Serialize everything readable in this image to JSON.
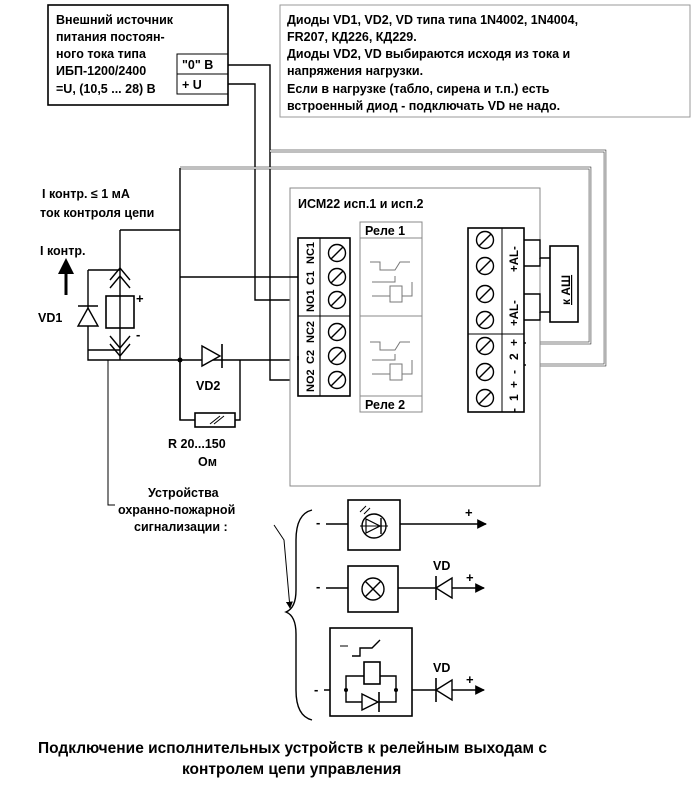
{
  "source": {
    "lines": [
      "Внешний источник",
      "питания постоян-",
      "ного тока типа",
      "ИБП-1200/2400",
      "=U, (10,5 ... 28) В"
    ],
    "terminal_zero": "\"0\" В",
    "terminal_plus": "+ U"
  },
  "note": {
    "lines": [
      "Диоды VD1, VD2, VD типа типа 1N4002, 1N4004,",
      "FR207,  КД226, КД229.",
      "Диоды VD2, VD выбираются исходя из тока и",
      "напряжения нагрузки.",
      "Если в нагрузке (табло, сирена и т.п.) есть",
      "встроенный диод - подключать VD не надо."
    ]
  },
  "control": {
    "current_line1": "I контр. ≤ 1 мА",
    "current_line2": "ток контроля цепи",
    "current_arrow_label": "I контр."
  },
  "module": {
    "title": "ИСМ22 исп.1 и исп.2",
    "relay1": "Реле 1",
    "relay2": "Реле 2",
    "relay_pins": [
      "NC1",
      "C1",
      "NO1",
      "NC2",
      "C2",
      "NO2"
    ],
    "al_pins": [
      "+AL-",
      "+AL-"
    ],
    "power_pins": [
      "+",
      "2",
      "-",
      "+",
      "1",
      "-"
    ],
    "ash_label": "к АШ"
  },
  "components": {
    "vd1": "VD1",
    "vd2": "VD2",
    "resistor_line1": "R  20...150",
    "resistor_line2": "Ом",
    "plus": "+",
    "minus": "-"
  },
  "devices": {
    "label_lines": [
      "Устройства",
      "охранно-пожарной",
      "сигнализации :"
    ],
    "vd": "VD",
    "minus": "-",
    "plus": "+"
  },
  "caption": {
    "line1": "Подключение исполнительных устройств к релейным выходам с",
    "line2": "контролем цепи управления"
  }
}
